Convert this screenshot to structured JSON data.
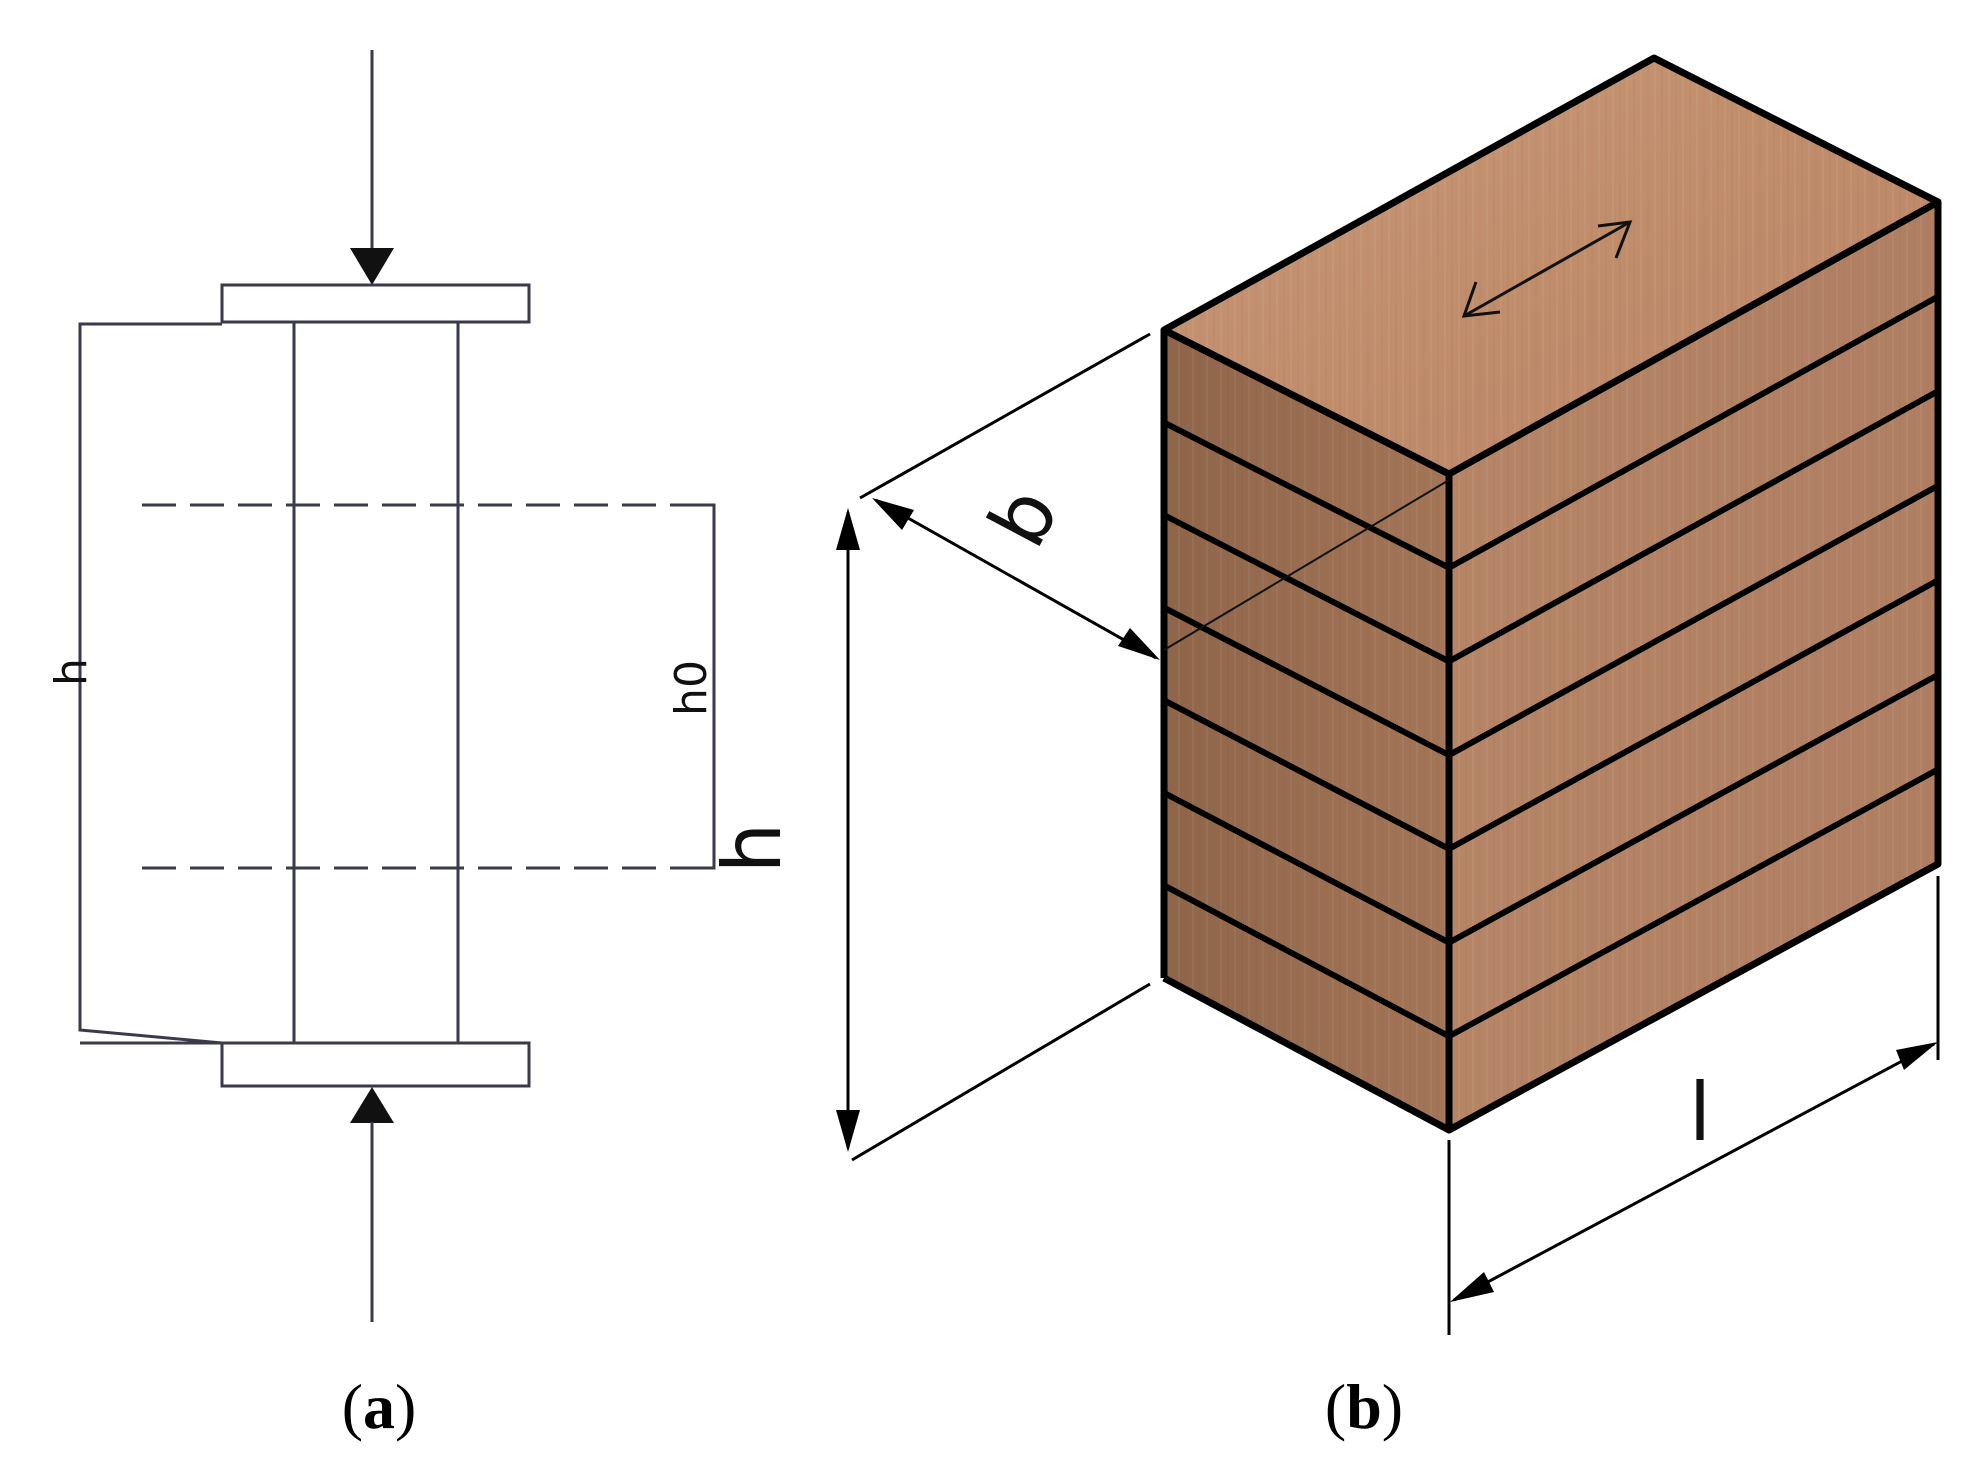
{
  "panel_a": {
    "caption_open": "(",
    "caption_letter": "a",
    "caption_close": ")",
    "label_h": "h",
    "label_h0": "h0"
  },
  "panel_b": {
    "caption_open": "(",
    "caption_letter": "b",
    "caption_close": ")",
    "label_h": "h",
    "label_b": "b",
    "label_l": "l",
    "lamella_count": 7
  },
  "colors": {
    "line": "#3a3a4a",
    "wood_top": "#c28f6e",
    "wood_side": "#a57653",
    "wood_front": "#b7876a",
    "edge": "#000000"
  }
}
